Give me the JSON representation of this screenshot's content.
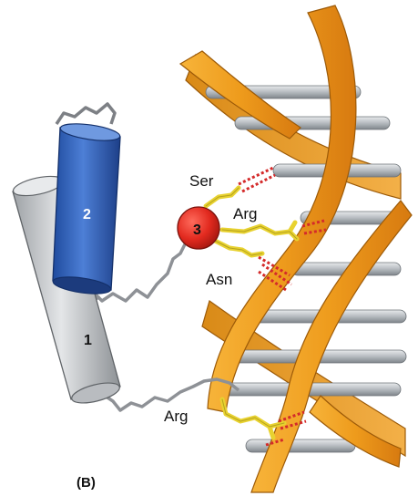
{
  "figure": {
    "panel_label": "(B)",
    "helix_labels": {
      "helix_1": "1",
      "helix_2": "2",
      "helix_3": "3"
    },
    "residue_labels": {
      "ser": "Ser",
      "arg_upper": "Arg",
      "asn": "Asn",
      "arg_lower": "Arg"
    },
    "colors": {
      "helix_1": "#c7c9cc",
      "helix_2": "#2f5fb6",
      "helix_3": "#e22a1f",
      "dna_backbone": "#f0a020",
      "base_pair_rod": "#b9bec3",
      "side_chain": "#e8d230",
      "hbond": "#d42a2a",
      "loop": "#8e9196"
    }
  }
}
